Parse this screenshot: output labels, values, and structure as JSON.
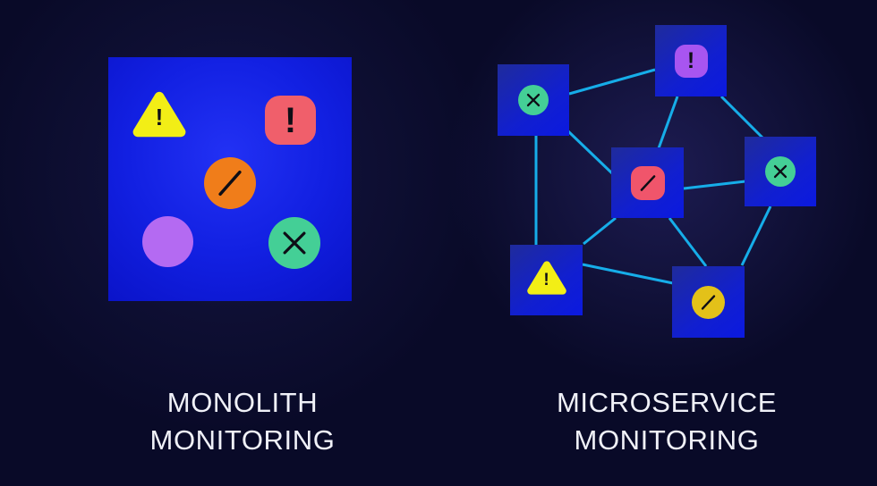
{
  "colors": {
    "background": "#090a28",
    "edge_line": "#16ade9",
    "monolith_box_blue": "#1220e2",
    "node_box_blue": "#111fd0",
    "caption_text": "#f0f1f8",
    "status_yellow": "#f2ee16",
    "status_salmon": "#f05f6b",
    "status_orange": "#f07d1a",
    "status_purple": "#b46af2",
    "status_teal": "#44cf96",
    "status_violet": "#a855f0",
    "status_red": "#f0556b",
    "status_gold": "#e3c119",
    "glyph_black": "#0e0e16"
  },
  "left_panel": {
    "caption_line1": "MONOLITH",
    "caption_line2": "MONITORING",
    "icons": [
      {
        "id": "warning-triangle",
        "glyph": "!",
        "color": "#f2ee16"
      },
      {
        "id": "error-badge",
        "glyph": "!",
        "color": "#f05f6b"
      },
      {
        "id": "slash-circle",
        "glyph": "/",
        "color": "#f07d1a"
      },
      {
        "id": "plain-circle",
        "glyph": "",
        "color": "#b46af2"
      },
      {
        "id": "cross-circle",
        "glyph": "×",
        "color": "#44cf96"
      }
    ]
  },
  "right_panel": {
    "caption_line1": "MICROSERVICE",
    "caption_line2": "MONITORING",
    "nodes": [
      {
        "id": "service-top-left",
        "icon": "cross-circle",
        "glyph": "×",
        "color": "#44cf96"
      },
      {
        "id": "service-top-center",
        "icon": "error-badge",
        "glyph": "!",
        "color": "#a855f0"
      },
      {
        "id": "service-center",
        "icon": "slash-badge",
        "glyph": "/",
        "color": "#f0556b"
      },
      {
        "id": "service-right",
        "icon": "cross-circle",
        "glyph": "×",
        "color": "#44cf96"
      },
      {
        "id": "service-bottom-left",
        "icon": "warning-triangle",
        "glyph": "!",
        "color": "#f2ee16"
      },
      {
        "id": "service-bottom-right",
        "icon": "slash-circle",
        "glyph": "/",
        "color": "#e3c119"
      }
    ],
    "edges": [
      [
        "service-top-left",
        "service-top-center"
      ],
      [
        "service-top-left",
        "service-bottom-left"
      ],
      [
        "service-top-left",
        "service-center"
      ],
      [
        "service-top-center",
        "service-center"
      ],
      [
        "service-top-center",
        "service-right"
      ],
      [
        "service-center",
        "service-right"
      ],
      [
        "service-center",
        "service-bottom-left"
      ],
      [
        "service-center",
        "service-bottom-right"
      ],
      [
        "service-bottom-left",
        "service-bottom-right"
      ],
      [
        "service-right",
        "service-bottom-right"
      ]
    ]
  }
}
